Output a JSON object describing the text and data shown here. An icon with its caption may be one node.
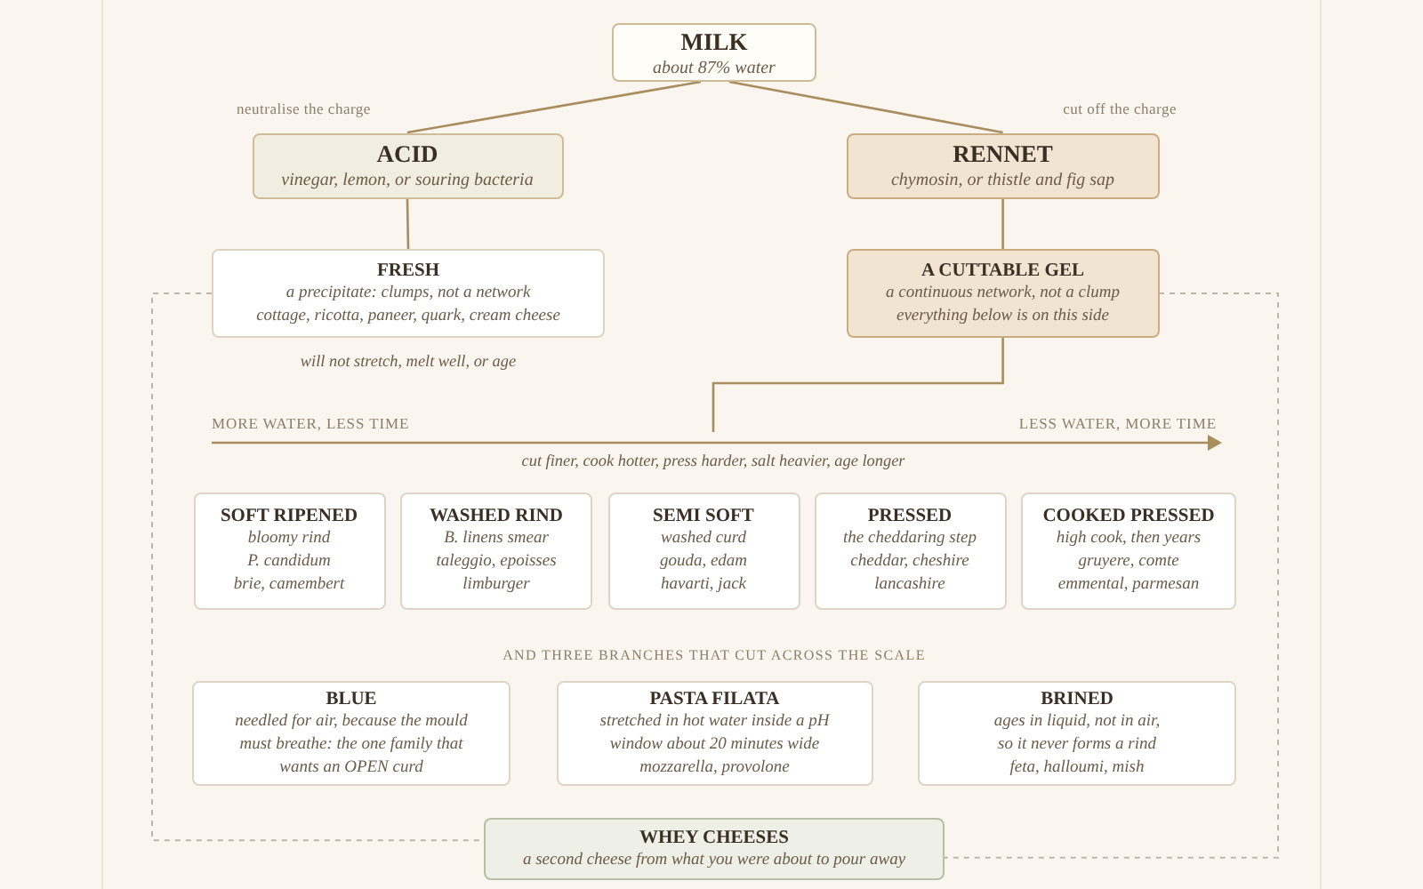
{
  "diagram": {
    "nodes": [
      {
        "text": [
          "MILK",
          "about 87% water"
        ]
      },
      {
        "text": [
          "ACID",
          "vinegar, lemon, or souring bacteria"
        ]
      },
      {
        "text": [
          "RENNET",
          "chymosin, or thistle and fig sap"
        ]
      },
      {
        "text": [
          "FRESH",
          "a precipitate: clumps, not a network",
          "cottage, ricotta, paneer, quark, cream cheese"
        ],
        "beside": [
          "will not stretch, melt well, or age"
        ]
      },
      {
        "text": [
          "A CUTTABLE GEL",
          "a continuous network, not a clump",
          "everything below is on this side"
        ]
      },
      {
        "text": [
          "SOFT RIPENED",
          "bloomy rind",
          "P. candidum",
          "brie, camembert"
        ]
      },
      {
        "text": [
          "WASHED RIND",
          "B. linens smear",
          "taleggio, epoisses",
          "limburger"
        ]
      },
      {
        "text": [
          "SEMI SOFT",
          "washed curd",
          "gouda, edam",
          "havarti, jack"
        ]
      },
      {
        "text": [
          "PRESSED",
          "the cheddaring step",
          "cheddar, cheshire",
          "lancashire"
        ]
      },
      {
        "text": [
          "COOKED PRESSED",
          "high cook, then years",
          "gruyere, comte",
          "emmental, parmesan"
        ]
      },
      {
        "text": [
          "BLUE",
          "needled for air, because the mould must breathe: the one family that wants an OPEN curd"
        ]
      },
      {
        "text": [
          "PASTA FILATA",
          "stretched in hot water inside a pH window about 20 minutes wide",
          "mozzarella, provolone"
        ]
      },
      {
        "text": [
          "BRINED",
          "ages in liquid, not in air, so it never forms a rind",
          "feta, halloumi, mish"
        ]
      },
      {
        "text": [
          "WHEY CHEESES",
          "a second cheese from what you were about to pour away"
        ]
      }
    ],
    "edges": [
      {
        "from": 0,
        "to": 1,
        "arrow": "none",
        "label": "neutralise the charge"
      },
      {
        "from": 0,
        "to": 2,
        "arrow": "none",
        "label": "cut off the charge"
      },
      {
        "from": 1,
        "to": 3,
        "arrow": "none"
      },
      {
        "from": 2,
        "to": 4,
        "arrow": "none"
      },
      {
        "from": 4,
        "to": null,
        "arrow": "none"
      },
      {
        "from": 3,
        "to": 13,
        "arrow": "none",
        "style": "dashed",
        "color": "#bdb6ab"
      },
      {
        "from": 4,
        "to": 13,
        "arrow": "none",
        "style": "dashed",
        "color": "#bdb6ab"
      }
    ],
    "labels": [
      "MORE WATER, LESS TIME",
      "LESS WATER, MORE TIME",
      "cut finer, cook hotter, press harder, salt heavier, age longer",
      "AND THREE BRANCHES THAT CUT ACROSS THE SCALE"
    ]
  }
}
